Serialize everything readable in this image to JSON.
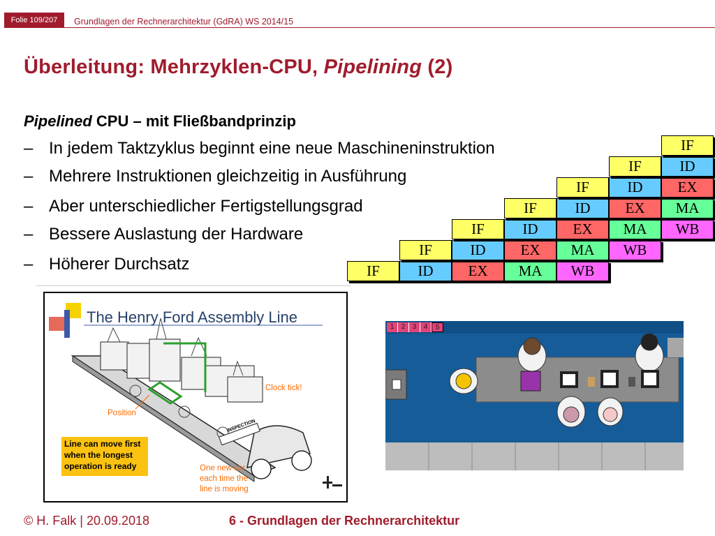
{
  "header": {
    "slide_badge": "Folie 109/207",
    "course_title": "Grundlagen der Rechnerarchitektur (GdRA) WS 2014/15"
  },
  "title": {
    "main": "Überleitung: Mehrzyklen-CPU, ",
    "italic": "Pipelining",
    "suffix": " (2)"
  },
  "subheading": {
    "italic": "Pipelined",
    "rest": " CPU – mit Fließbandprinzip"
  },
  "bullets": [
    "In jedem Taktzyklus beginnt eine neue Maschineninstruktion",
    "Mehrere Instruktionen gleichzeitig in Ausführung",
    "Aber unterschiedlicher Fertigstellungsgrad",
    "Bessere Auslastung der Hardware",
    "Höherer Durchsatz"
  ],
  "bullet_marker": "–",
  "pipeline": {
    "stages": [
      "IF",
      "ID",
      "EX",
      "MA",
      "WB"
    ],
    "colors": {
      "IF": "#ffff66",
      "ID": "#66ccff",
      "EX": "#ff6666",
      "MA": "#66ff99",
      "WB": "#ff66ff"
    },
    "instructions": 7
  },
  "ford_image": {
    "title": "The Henry Ford Assembly Line",
    "note": "Line can move first when the longest operation is ready",
    "label_position": "Position",
    "label_clock": "Clock tick!",
    "label_car": "One new car each time the line is moving",
    "label_inspection": "INSPECTION"
  },
  "workshop_image": {
    "tabs": [
      "1",
      "2",
      "3",
      "4",
      "5"
    ],
    "tab_color": "#e0457a",
    "background_color": "#165c99"
  },
  "footer": {
    "left": "© H. Falk | 20.09.2018",
    "center": "6 - Grundlagen der Rechnerarchitektur"
  }
}
